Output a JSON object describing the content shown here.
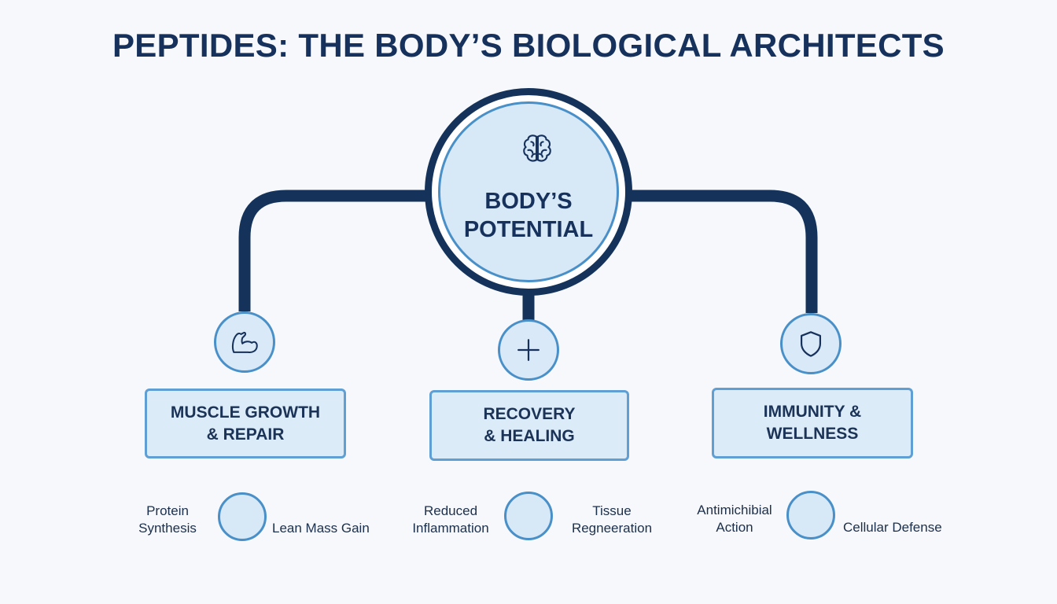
{
  "title": "PEPTIDES: THE BODY’S BIOLOGICAL ARCHITECTS",
  "hub": {
    "icon": "brain-icon",
    "line1": "BODY’S",
    "line2": "POTENTIAL"
  },
  "branches": [
    {
      "icon": "flexed-arm-icon",
      "line1": "MUSCLE GROWTH",
      "line2": "& REPAIR",
      "left_label": [
        "Protein",
        "Synthesis"
      ],
      "right_label": "Lean Mass Gain"
    },
    {
      "icon": "plus-icon",
      "line1": "RECOVERY",
      "line2": "& HEALING",
      "left_label": [
        "Reduced",
        "Inflammation"
      ],
      "right_label": [
        "Tissue",
        "Regneeration"
      ]
    },
    {
      "icon": "shield-icon",
      "line1": "IMMUNITY &",
      "line2": "WELLNESS",
      "left_label": [
        "Antimichibial",
        "Action"
      ],
      "right_label": "Cellular Defense"
    }
  ],
  "colors": {
    "navy": "#15335a",
    "accent_blue": "#4a90c8",
    "light_fill": "#d9e9f7",
    "background": "#f6f8fb"
  }
}
